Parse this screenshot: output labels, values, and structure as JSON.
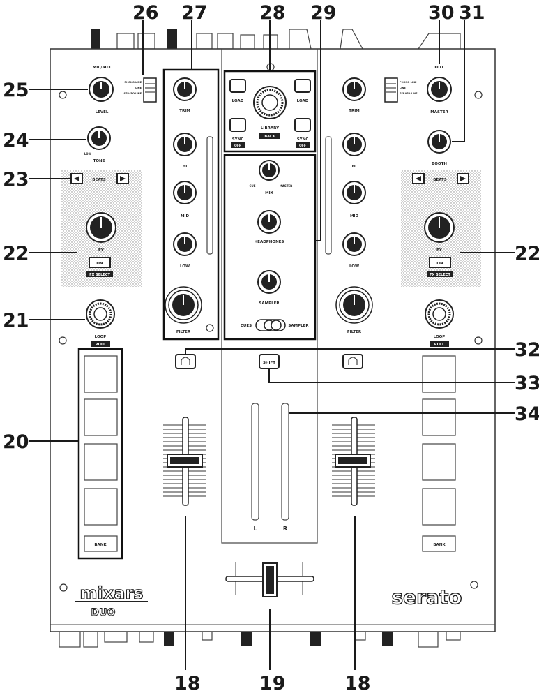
{
  "callouts": {
    "c25": "25",
    "c24": "24",
    "c23": "23",
    "c22l": "22",
    "c21": "21",
    "c20": "20",
    "c26": "26",
    "c27": "27",
    "c28": "28",
    "c29": "29",
    "c30": "30",
    "c31": "31",
    "c22r": "22",
    "c32": "32",
    "c33": "33",
    "c34": "34",
    "c18l": "18",
    "c19": "19",
    "c18r": "18"
  },
  "left": {
    "mic_aux": "MIC/AUX",
    "level": "LEVEL",
    "tone": "TONE",
    "low": "LOW",
    "beats": "BEATS",
    "fx": "FX",
    "on": "ON",
    "fx_select": "FX SELECT",
    "loop": "LOOP",
    "roll": "ROLL",
    "bank": "BANK",
    "input_sel": [
      "PHONO LINE",
      "LINE",
      "SERATO LINE"
    ]
  },
  "channel": {
    "trim": "TRIM",
    "hi": "HI",
    "mid": "MID",
    "low": "LOW",
    "filter": "FILTER"
  },
  "center": {
    "load_l": "LOAD",
    "load_r": "LOAD",
    "library": "LIBRARY",
    "back": "BACK",
    "sync_l": "SYNC",
    "sync_r": "SYNC",
    "off_l": "OFF",
    "off_r": "OFF",
    "cue": "CUE",
    "master_small": "MASTER",
    "mix": "MIX",
    "headphones": "HEADPHONES",
    "sampler": "SAMPLER",
    "cues": "CUES",
    "sampler_sw": "SAMPLER",
    "shift": "SHIFT",
    "meter_l": "L",
    "meter_r": "R"
  },
  "right": {
    "out": "OUT",
    "master": "MASTER",
    "booth": "BOOTH",
    "beats": "BEATS",
    "fx": "FX",
    "on": "ON",
    "fx_select": "FX SELECT",
    "loop": "LOOP",
    "roll": "ROLL",
    "bank": "BANK",
    "out_sel": [
      "PHONO LINE",
      "LINE",
      "SERATO LINE"
    ]
  },
  "brand": {
    "mixars": "mixars",
    "duo": "DUO",
    "serato": "serato"
  }
}
